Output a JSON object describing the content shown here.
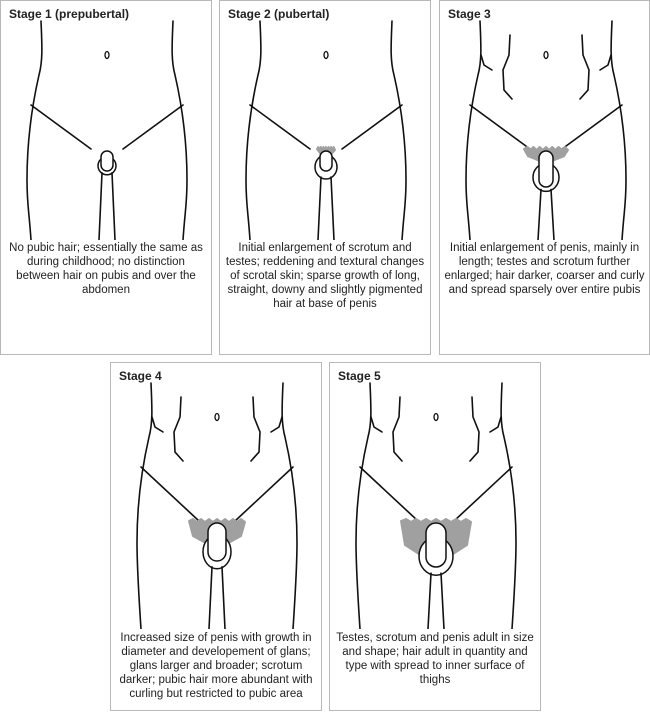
{
  "stages": [
    {
      "title": "Stage 1 (prepubertal)",
      "text": "No pubic hair; essentially the same as during childhood; no distinction between hair on pubis and over the abdomen",
      "hair": 0,
      "abs": false
    },
    {
      "title": "Stage 2 (pubertal)",
      "text": "Initial enlargement of scrotum and testes; reddening and textural changes of scrotal skin; sparse growth of long, straight, downy and slightly pigmented hair at base of penis",
      "hair": 1,
      "abs": false
    },
    {
      "title": "Stage 3",
      "text": "Initial enlargement of penis, mainly in length; testes and scrotum further enlarged; hair darker, coarser and curly  and spread sparsely over entire pubis",
      "hair": 2,
      "abs": true
    },
    {
      "title": "Stage 4",
      "text": "Increased size of penis with growth in diameter and developement of glans; glans larger and broader; scrotum darker; pubic hair more abundant with curling but restricted to pubic area",
      "hair": 3,
      "abs": true
    },
    {
      "title": "Stage 5",
      "text": "Testes, scrotum and penis adult in size and shape; hair adult in quantity and type with spread to inner surface of thighs",
      "hair": 4,
      "abs": true
    }
  ],
  "colors": {
    "hair": "#a0a0a0",
    "line": "#111111",
    "border": "#b8b8b8"
  }
}
